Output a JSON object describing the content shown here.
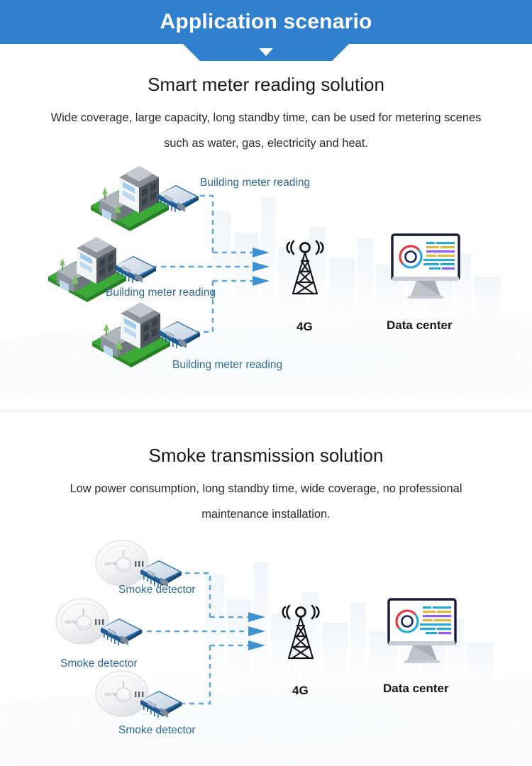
{
  "banner": {
    "title": "Application scenario",
    "bg_color": "#3080ce",
    "arrow_icon": "chevron-down-icon"
  },
  "sections": [
    {
      "id": "smart-meter",
      "title": "Smart meter reading solution",
      "description_line1": "Wide coverage, large capacity, long standby time, can be used for metering scenes",
      "description_line2": "such as water, gas, electricity and heat.",
      "nodes": [
        {
          "label": "Building meter reading",
          "icon": "building-icon"
        },
        {
          "label": "Building meter reading",
          "icon": "building-icon"
        },
        {
          "label": "Building meter reading",
          "icon": "building-icon"
        }
      ],
      "tower": {
        "label": "4G",
        "icon": "cell-tower-icon"
      },
      "datacenter": {
        "label": "Data center",
        "icon": "monitor-icon"
      }
    },
    {
      "id": "smoke-transmission",
      "title": "Smoke transmission solution",
      "description_line1": "Low power consumption, long standby time, wide coverage, no professional",
      "description_line2": "maintenance installation.",
      "nodes": [
        {
          "label": "Smoke detector",
          "icon": "smoke-detector-icon"
        },
        {
          "label": "Smoke detector",
          "icon": "smoke-detector-icon"
        },
        {
          "label": "Smoke detector",
          "icon": "smoke-detector-icon"
        }
      ],
      "tower": {
        "label": "4G",
        "icon": "cell-tower-icon"
      },
      "datacenter": {
        "label": "Data center",
        "icon": "monitor-icon"
      }
    }
  ],
  "colors": {
    "banner_blue": "#3080ce",
    "label_blue": "#2e6a96",
    "arrow_blue": "#3f92d2",
    "dash_blue": "#5aa6dd",
    "grass_green": "#39a935",
    "divider_gray": "#e3e3e3"
  }
}
